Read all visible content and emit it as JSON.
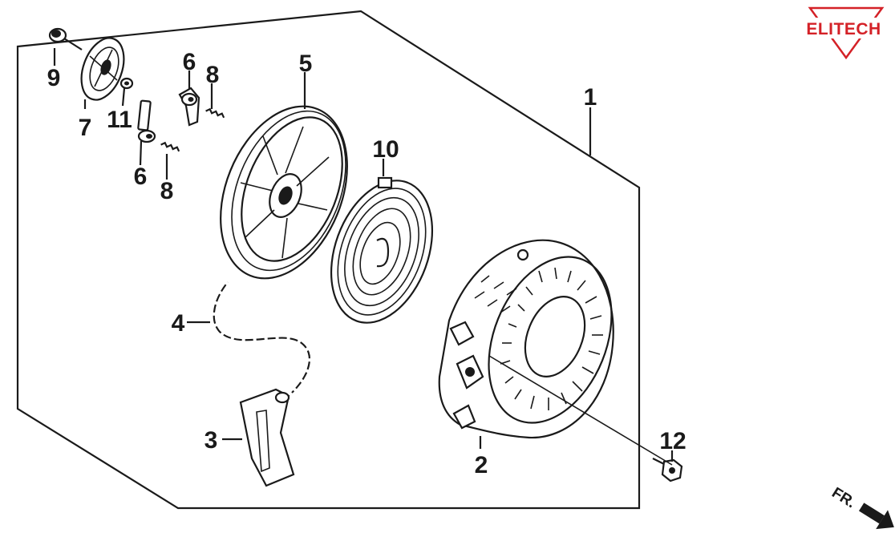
{
  "brand": {
    "name": "ELITECH",
    "color": "#d42127"
  },
  "direction_label": "FR.",
  "callouts": {
    "c1": "1",
    "c2": "2",
    "c3": "3",
    "c4": "4",
    "c5": "5",
    "c6a": "6",
    "c6b": "6",
    "c7": "7",
    "c8a": "8",
    "c8b": "8",
    "c9": "9",
    "c10": "10",
    "c11": "11",
    "c12": "12"
  }
}
